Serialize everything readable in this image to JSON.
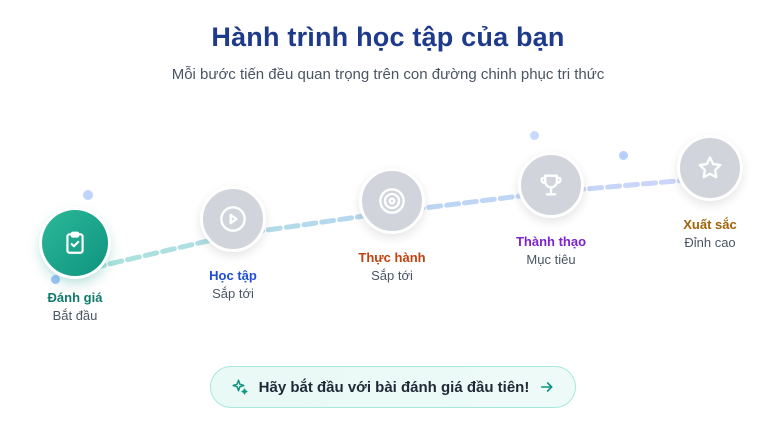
{
  "header": {
    "title": "Hành trình học tập của bạn",
    "subtitle": "Mỗi bước tiến đều quan trọng trên con đường chinh phục tri thức"
  },
  "steps": [
    {
      "name": "Đánh giá",
      "status": "Bắt đầu",
      "icon": "clipboard-check-icon",
      "color": "#0f7a6a",
      "active": true
    },
    {
      "name": "Học tập",
      "status": "Sắp tới",
      "icon": "play-circle-icon",
      "color": "#1d4ed8",
      "active": false
    },
    {
      "name": "Thực hành",
      "status": "Sắp tới",
      "icon": "target-icon",
      "color": "#c2410c",
      "active": false
    },
    {
      "name": "Thành thạo",
      "status": "Mục tiêu",
      "icon": "trophy-icon",
      "color": "#7e22ce",
      "active": false
    },
    {
      "name": "Xuất sắc",
      "status": "Đỉnh cao",
      "icon": "star-icon",
      "color": "#a16207",
      "active": false
    }
  ],
  "cta": {
    "label": "Hãy bắt đầu với bài đánh giá đầu tiên!",
    "icon": "sparkles-icon",
    "arrow_icon": "arrow-right-icon",
    "accent": "#0f9480"
  }
}
